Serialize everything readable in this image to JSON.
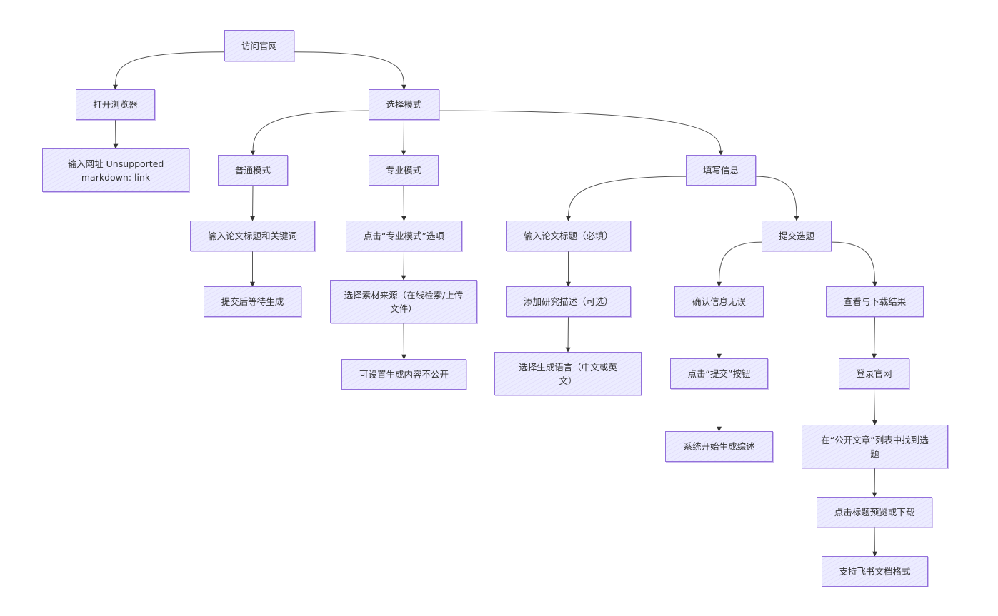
{
  "nodes": [
    {
      "id": "visit_site",
      "text": "访问官网"
    },
    {
      "id": "open_browser",
      "text": "打开浏览器"
    },
    {
      "id": "input_url",
      "text": "输入网址 Unsupported markdown: link"
    },
    {
      "id": "select_mode",
      "text": "选择模式"
    },
    {
      "id": "normal_mode",
      "text": "普通模式"
    },
    {
      "id": "pro_mode",
      "text": "专业模式"
    },
    {
      "id": "fill_info",
      "text": "填写信息"
    },
    {
      "id": "input_title_keywords",
      "text": "输入论文标题和关键词"
    },
    {
      "id": "wait_generate",
      "text": "提交后等待生成"
    },
    {
      "id": "click_pro_option",
      "text": "点击“专业模式”选项"
    },
    {
      "id": "select_source",
      "text": "选择素材来源（在线检索/上传文件）"
    },
    {
      "id": "set_private",
      "text": "可设置生成内容不公开"
    },
    {
      "id": "input_title_required",
      "text": "输入论文标题（必填）"
    },
    {
      "id": "add_description",
      "text": "添加研究描述（可选）"
    },
    {
      "id": "select_language",
      "text": "选择生成语言（中文或英文）"
    },
    {
      "id": "submit_topic",
      "text": "提交选题"
    },
    {
      "id": "confirm_info",
      "text": "确认信息无误"
    },
    {
      "id": "click_submit",
      "text": "点击“提交”按钮"
    },
    {
      "id": "system_generate",
      "text": "系统开始生成综述"
    },
    {
      "id": "view_download",
      "text": "查看与下载结果"
    },
    {
      "id": "login_site",
      "text": "登录官网"
    },
    {
      "id": "find_in_list",
      "text": "在“公开文章”列表中找到选题"
    },
    {
      "id": "click_preview",
      "text": "点击标题预览或下载"
    },
    {
      "id": "feishu_format",
      "text": "支持飞书文档格式"
    }
  ],
  "edges": [
    [
      "visit_site",
      "open_browser"
    ],
    [
      "visit_site",
      "select_mode"
    ],
    [
      "open_browser",
      "input_url"
    ],
    [
      "select_mode",
      "normal_mode"
    ],
    [
      "select_mode",
      "pro_mode"
    ],
    [
      "select_mode",
      "fill_info"
    ],
    [
      "normal_mode",
      "input_title_keywords"
    ],
    [
      "input_title_keywords",
      "wait_generate"
    ],
    [
      "pro_mode",
      "click_pro_option"
    ],
    [
      "click_pro_option",
      "select_source"
    ],
    [
      "select_source",
      "set_private"
    ],
    [
      "fill_info",
      "input_title_required"
    ],
    [
      "fill_info",
      "submit_topic"
    ],
    [
      "input_title_required",
      "add_description"
    ],
    [
      "add_description",
      "select_language"
    ],
    [
      "submit_topic",
      "confirm_info"
    ],
    [
      "submit_topic",
      "view_download"
    ],
    [
      "confirm_info",
      "click_submit"
    ],
    [
      "click_submit",
      "system_generate"
    ],
    [
      "view_download",
      "login_site"
    ],
    [
      "login_site",
      "find_in_list"
    ],
    [
      "find_in_list",
      "click_preview"
    ],
    [
      "click_preview",
      "feishu_format"
    ]
  ]
}
